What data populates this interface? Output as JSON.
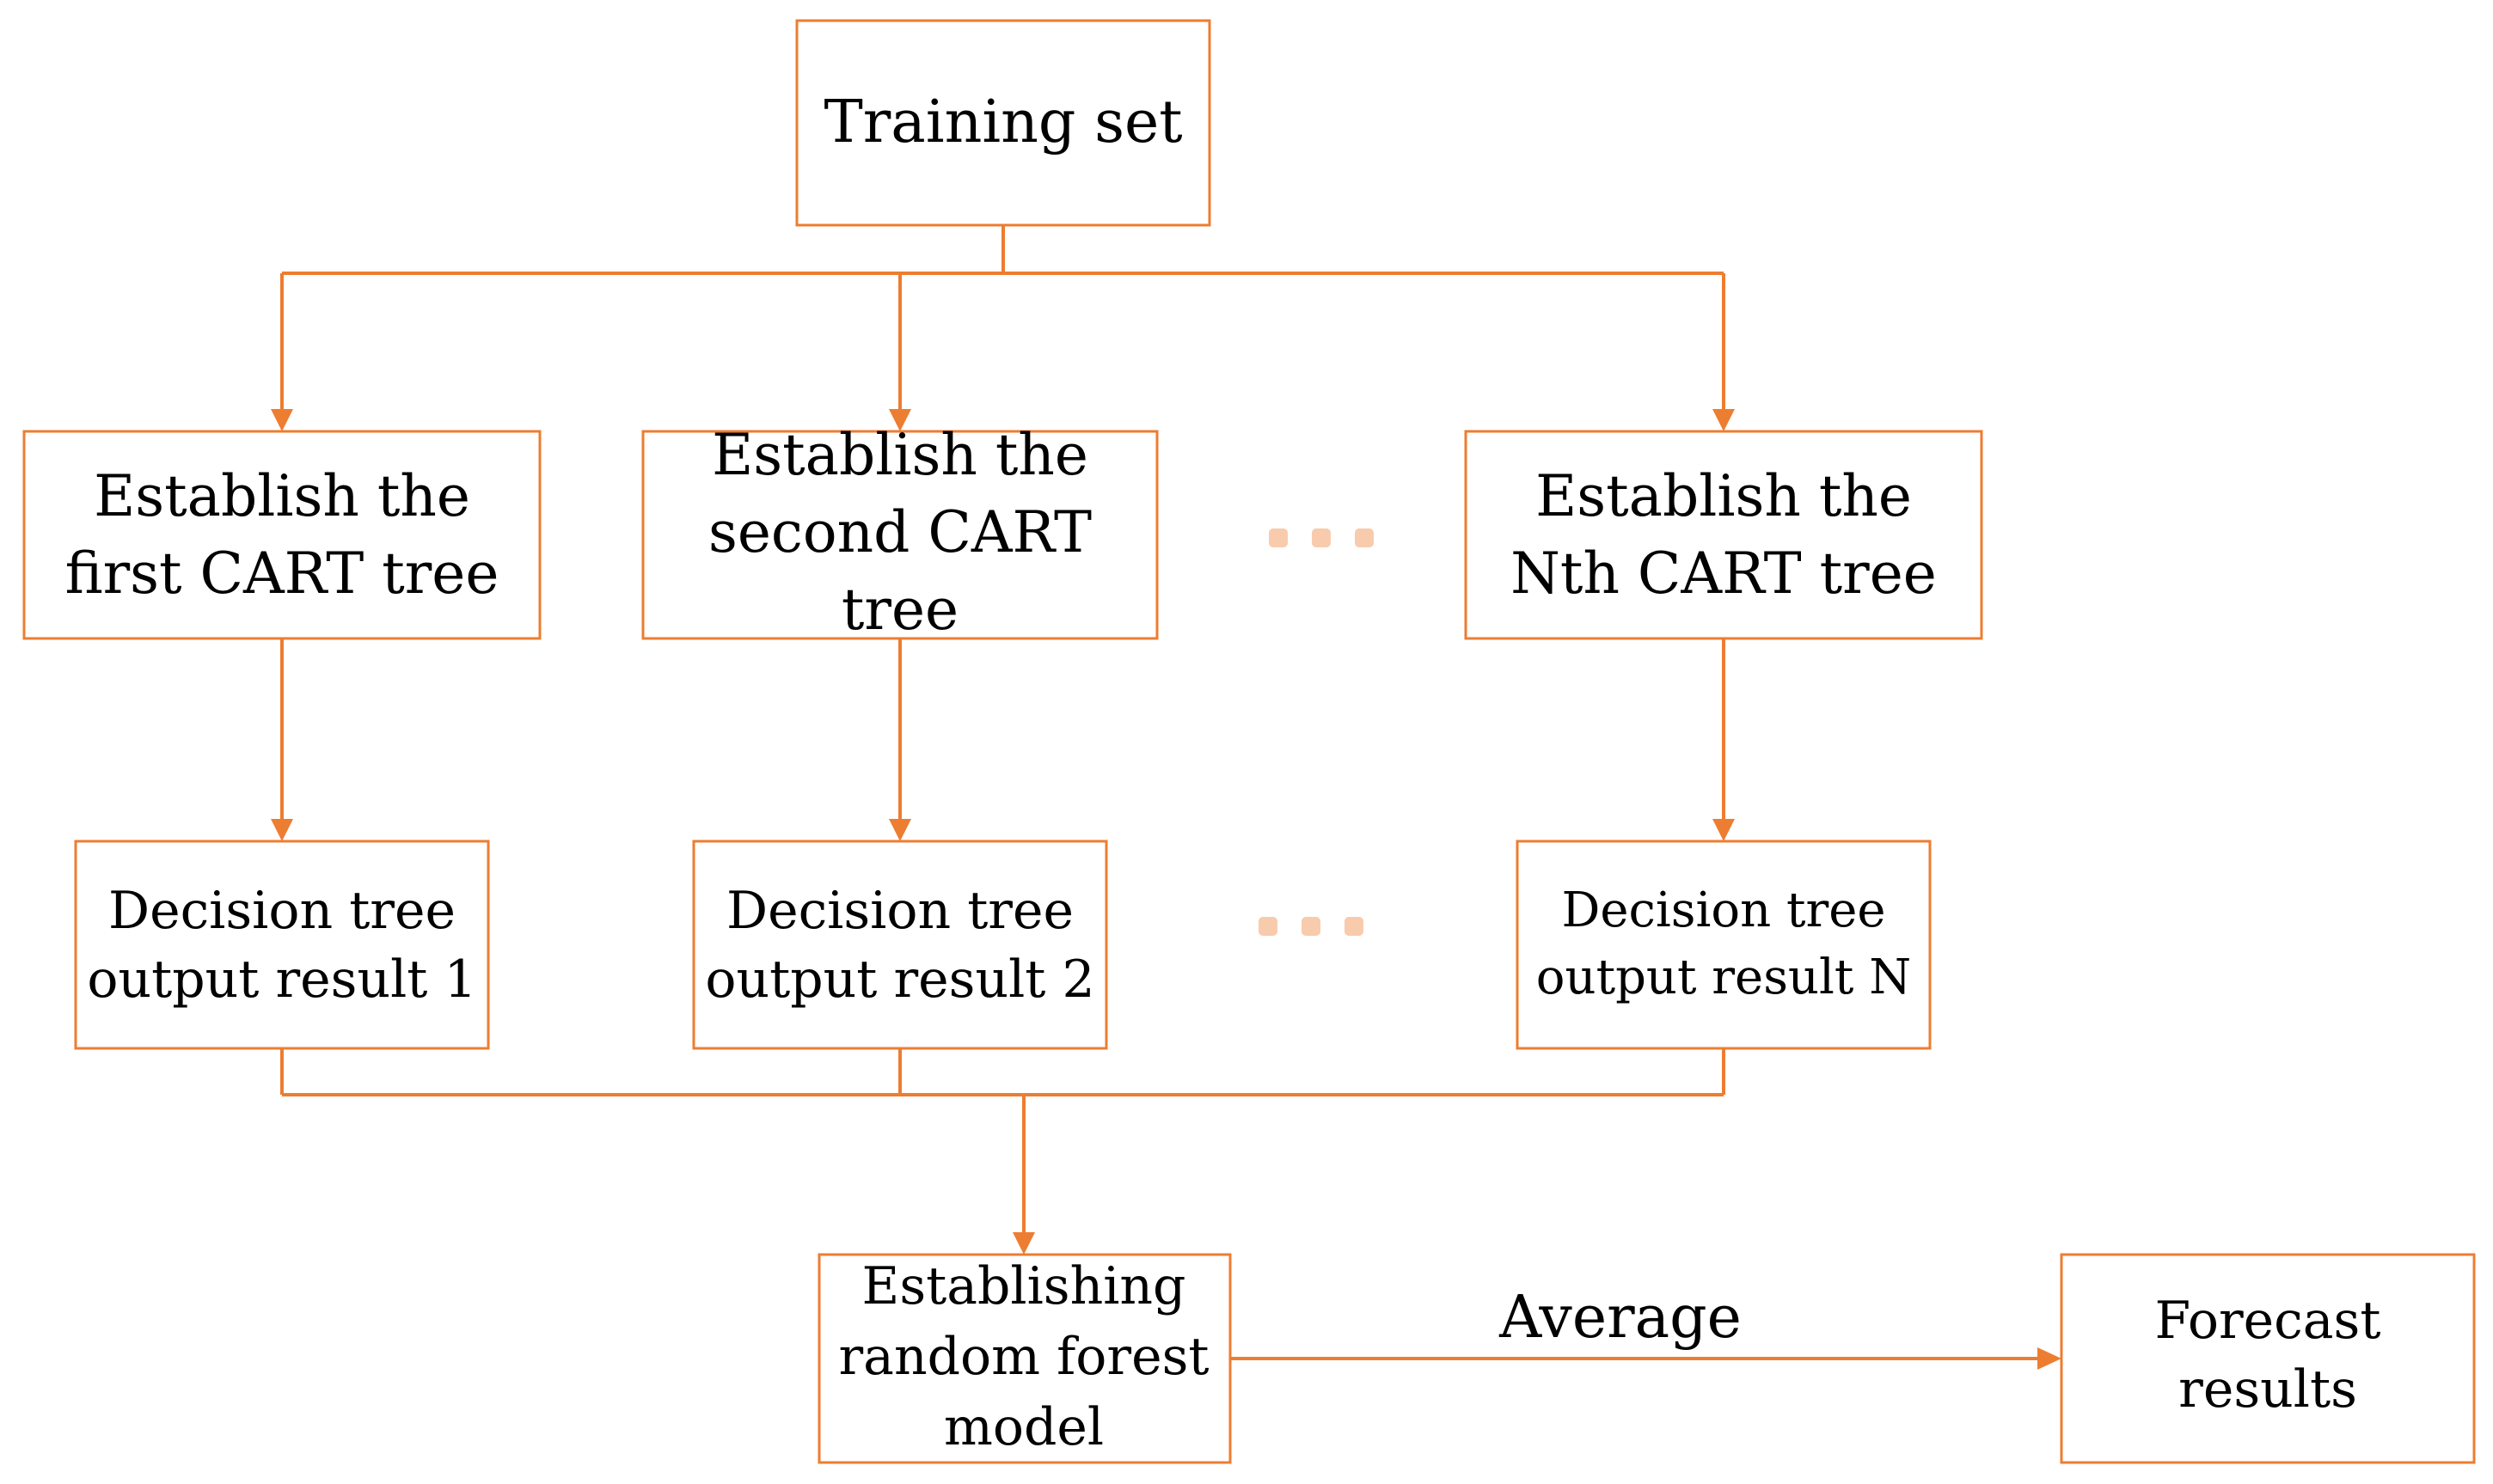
{
  "colors": {
    "stroke": "#ED7D31",
    "ellipsis": "#F8CBAD",
    "text": "#000000",
    "background": "#FFFFFF"
  },
  "nodes": {
    "training_set": {
      "lines": [
        "Training set"
      ]
    },
    "tree_first": {
      "lines": [
        "Establish the",
        "first CART tree"
      ]
    },
    "tree_second": {
      "lines": [
        "Establish the",
        "second CART",
        "tree"
      ]
    },
    "tree_nth": {
      "lines": [
        "Establish the",
        "Nth CART tree"
      ]
    },
    "output_1": {
      "lines": [
        "Decision tree",
        "output result 1"
      ]
    },
    "output_2": {
      "lines": [
        "Decision tree",
        "output result 2"
      ]
    },
    "output_n": {
      "lines": [
        "Decision tree",
        "output result N"
      ]
    },
    "random_forest": {
      "lines": [
        "Establishing",
        "random forest",
        "model"
      ]
    },
    "forecast": {
      "lines": [
        "Forecast",
        "results"
      ]
    }
  },
  "edge_labels": {
    "average": "Average"
  },
  "ellipsis_icon": "horizontal-ellipsis"
}
